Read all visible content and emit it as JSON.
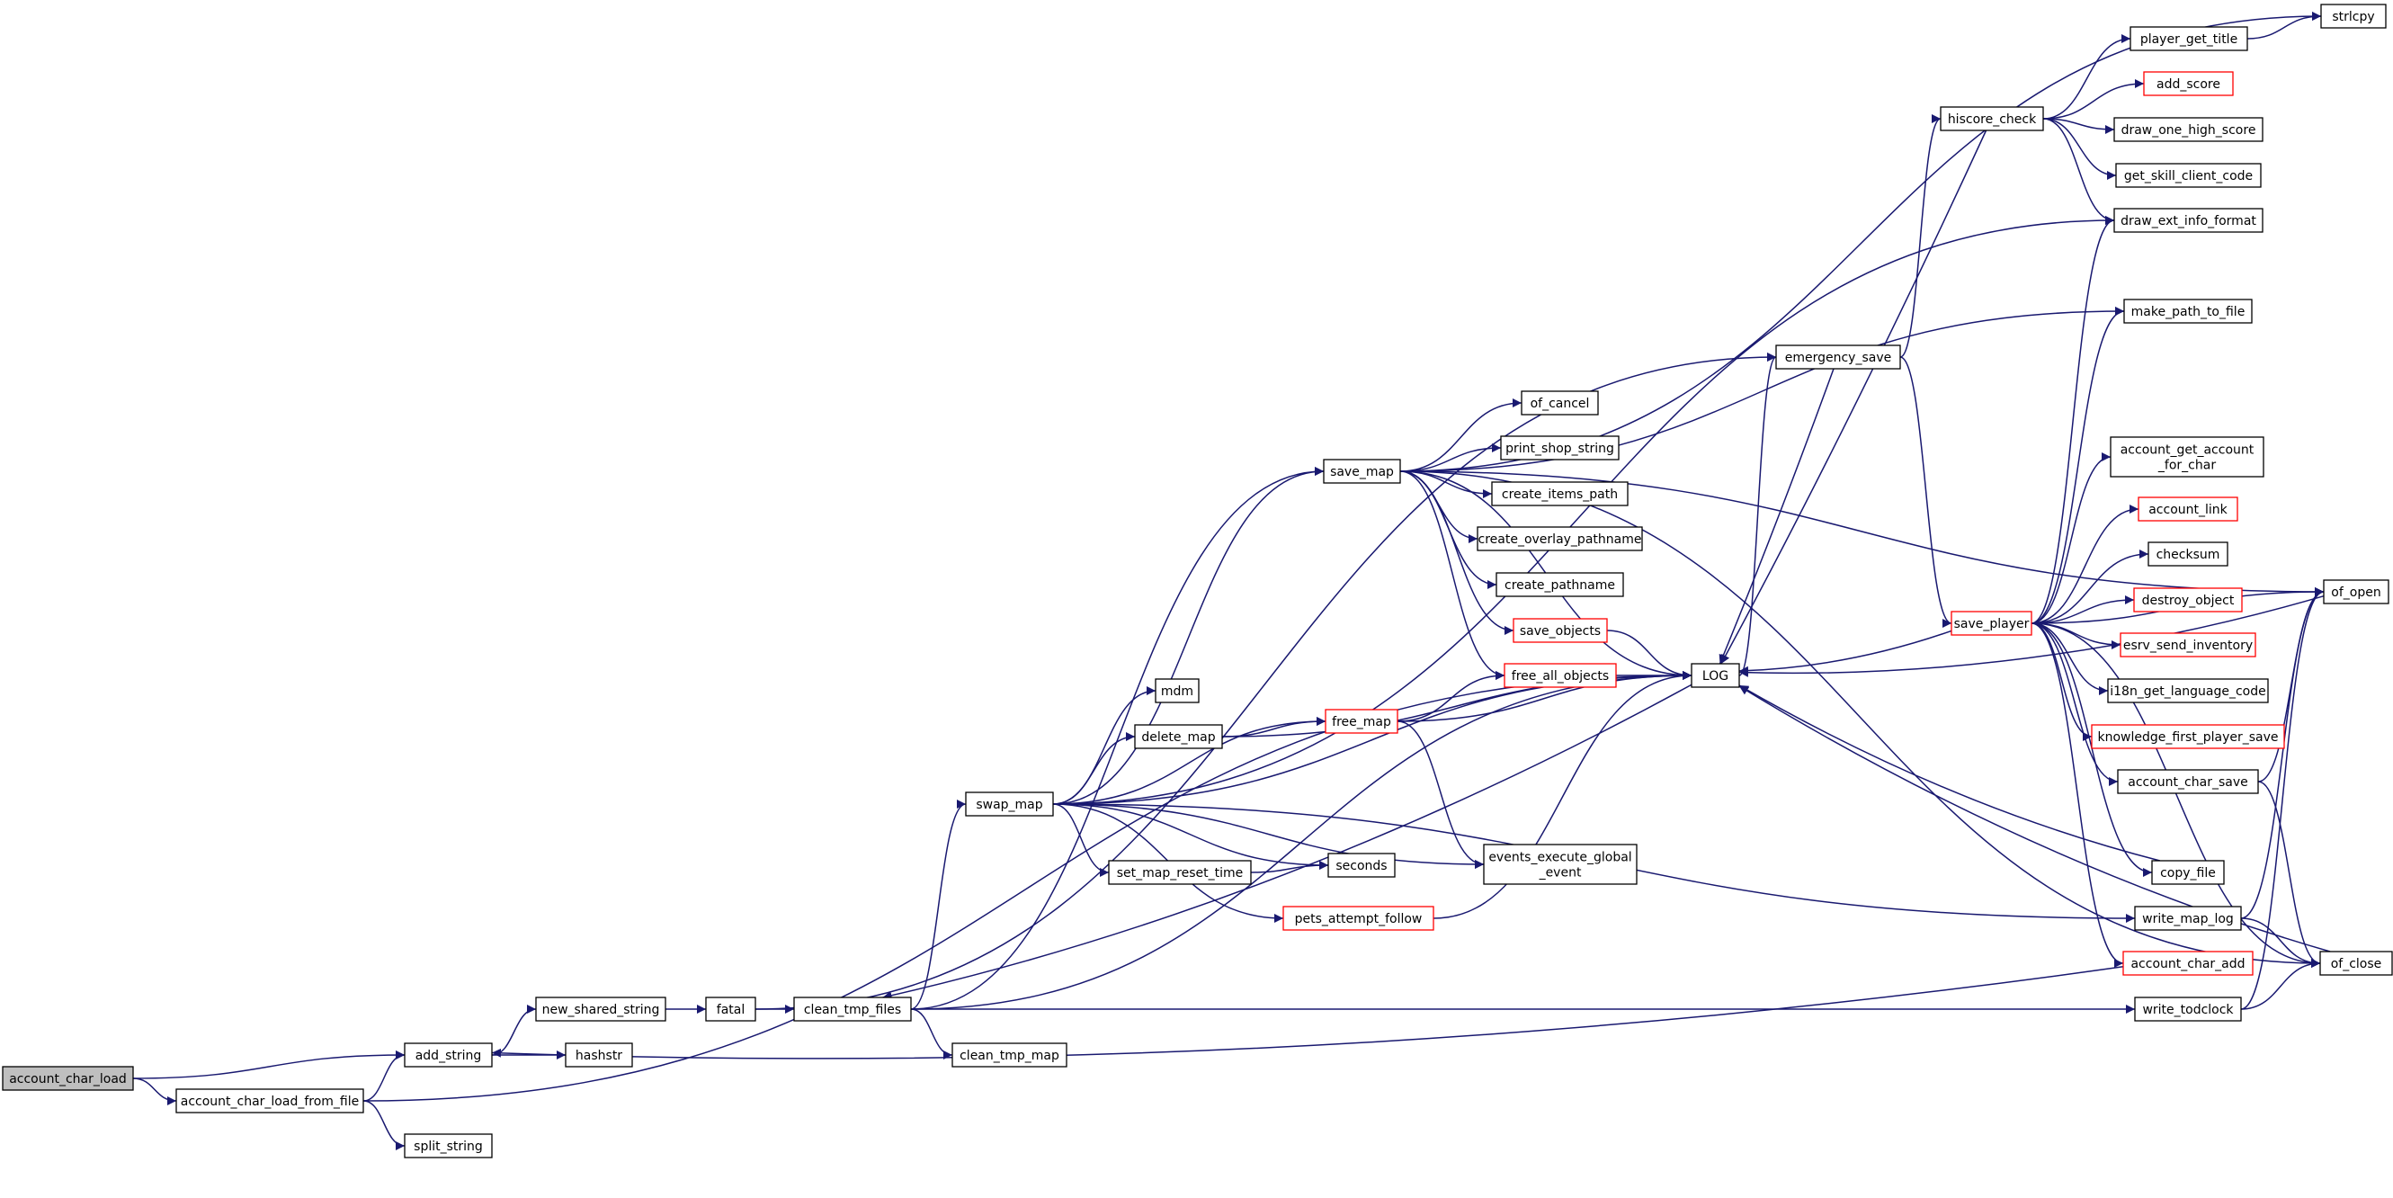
{
  "colors": {
    "edge": "#191970",
    "node_border": "#000000",
    "node_truncated_border": "#ff0000",
    "root_fill": "#bfbfbf",
    "node_fill": "#ffffff",
    "text": "#000000"
  },
  "graph": {
    "nodes": [
      {
        "id": "account_char_load",
        "lines": [
          "account_char_load"
        ],
        "root": true
      },
      {
        "id": "add_string",
        "lines": [
          "add_string"
        ]
      },
      {
        "id": "account_char_load_from_file",
        "lines": [
          "account_char_load_from_file"
        ]
      },
      {
        "id": "new_shared_string",
        "lines": [
          "new_shared_string"
        ]
      },
      {
        "id": "hashstr",
        "lines": [
          "hashstr"
        ]
      },
      {
        "id": "split_string",
        "lines": [
          "split_string"
        ]
      },
      {
        "id": "fatal",
        "lines": [
          "fatal"
        ]
      },
      {
        "id": "clean_tmp_files",
        "lines": [
          "clean_tmp_files"
        ]
      },
      {
        "id": "clean_tmp_map",
        "lines": [
          "clean_tmp_map"
        ]
      },
      {
        "id": "swap_map",
        "lines": [
          "swap_map"
        ]
      },
      {
        "id": "mdm",
        "lines": [
          "mdm"
        ]
      },
      {
        "id": "delete_map",
        "lines": [
          "delete_map"
        ]
      },
      {
        "id": "set_map_reset_time",
        "lines": [
          "set_map_reset_time"
        ]
      },
      {
        "id": "pets_attempt_follow",
        "lines": [
          "pets_attempt_follow"
        ],
        "truncated": true
      },
      {
        "id": "seconds",
        "lines": [
          "seconds"
        ]
      },
      {
        "id": "free_map",
        "lines": [
          "free_map"
        ],
        "truncated": true
      },
      {
        "id": "save_map",
        "lines": [
          "save_map"
        ]
      },
      {
        "id": "of_cancel",
        "lines": [
          "of_cancel"
        ]
      },
      {
        "id": "print_shop_string",
        "lines": [
          "print_shop_string"
        ]
      },
      {
        "id": "create_items_path",
        "lines": [
          "create_items_path"
        ]
      },
      {
        "id": "create_overlay_pathname",
        "lines": [
          "create_overlay_pathname"
        ]
      },
      {
        "id": "create_pathname",
        "lines": [
          "create_pathname"
        ]
      },
      {
        "id": "save_objects",
        "lines": [
          "save_objects"
        ],
        "truncated": true
      },
      {
        "id": "free_all_objects",
        "lines": [
          "free_all_objects"
        ],
        "truncated": true
      },
      {
        "id": "events_execute_global_event",
        "lines": [
          "events_execute_global",
          "_event"
        ]
      },
      {
        "id": "LOG",
        "lines": [
          "LOG"
        ]
      },
      {
        "id": "emergency_save",
        "lines": [
          "emergency_save"
        ]
      },
      {
        "id": "hiscore_check",
        "lines": [
          "hiscore_check"
        ]
      },
      {
        "id": "save_player",
        "lines": [
          "save_player"
        ],
        "truncated": true
      },
      {
        "id": "player_get_title",
        "lines": [
          "player_get_title"
        ]
      },
      {
        "id": "add_score",
        "lines": [
          "add_score"
        ],
        "truncated": true
      },
      {
        "id": "draw_one_high_score",
        "lines": [
          "draw_one_high_score"
        ]
      },
      {
        "id": "get_skill_client_code",
        "lines": [
          "get_skill_client_code"
        ]
      },
      {
        "id": "draw_ext_info_format",
        "lines": [
          "draw_ext_info_format"
        ]
      },
      {
        "id": "make_path_to_file",
        "lines": [
          "make_path_to_file"
        ]
      },
      {
        "id": "account_get_account_for_char",
        "lines": [
          "account_get_account",
          "_for_char"
        ]
      },
      {
        "id": "account_link",
        "lines": [
          "account_link"
        ],
        "truncated": true
      },
      {
        "id": "checksum",
        "lines": [
          "checksum"
        ]
      },
      {
        "id": "destroy_object",
        "lines": [
          "destroy_object"
        ],
        "truncated": true
      },
      {
        "id": "esrv_send_inventory",
        "lines": [
          "esrv_send_inventory"
        ],
        "truncated": true
      },
      {
        "id": "i18n_get_language_code",
        "lines": [
          "i18n_get_language_code"
        ]
      },
      {
        "id": "knowledge_first_player_save",
        "lines": [
          "knowledge_first_player_save"
        ],
        "truncated": true
      },
      {
        "id": "account_char_save",
        "lines": [
          "account_char_save"
        ]
      },
      {
        "id": "copy_file",
        "lines": [
          "copy_file"
        ]
      },
      {
        "id": "write_map_log",
        "lines": [
          "write_map_log"
        ]
      },
      {
        "id": "account_char_add",
        "lines": [
          "account_char_add"
        ],
        "truncated": true
      },
      {
        "id": "write_todclock",
        "lines": [
          "write_todclock"
        ]
      },
      {
        "id": "strlcpy",
        "lines": [
          "strlcpy"
        ]
      },
      {
        "id": "of_open",
        "lines": [
          "of_open"
        ]
      },
      {
        "id": "of_close",
        "lines": [
          "of_close"
        ]
      }
    ],
    "edges": [
      [
        "account_char_load",
        "add_string"
      ],
      [
        "account_char_load",
        "account_char_load_from_file"
      ],
      [
        "add_string",
        "new_shared_string"
      ],
      [
        "add_string",
        "hashstr"
      ],
      [
        "account_char_load_from_file",
        "add_string"
      ],
      [
        "account_char_load_from_file",
        "split_string"
      ],
      [
        "account_char_load_from_file",
        "LOG"
      ],
      [
        "new_shared_string",
        "fatal"
      ],
      [
        "fatal",
        "clean_tmp_files"
      ],
      [
        "fatal",
        "emergency_save"
      ],
      [
        "clean_tmp_files",
        "clean_tmp_map"
      ],
      [
        "clean_tmp_files",
        "swap_map"
      ],
      [
        "clean_tmp_files",
        "save_map"
      ],
      [
        "clean_tmp_files",
        "LOG"
      ],
      [
        "clean_tmp_files",
        "write_todclock"
      ],
      [
        "swap_map",
        "mdm"
      ],
      [
        "swap_map",
        "delete_map"
      ],
      [
        "swap_map",
        "free_map"
      ],
      [
        "swap_map",
        "set_map_reset_time"
      ],
      [
        "swap_map",
        "seconds"
      ],
      [
        "swap_map",
        "pets_attempt_follow"
      ],
      [
        "swap_map",
        "events_execute_global_event"
      ],
      [
        "swap_map",
        "save_map"
      ],
      [
        "swap_map",
        "LOG"
      ],
      [
        "swap_map",
        "write_map_log"
      ],
      [
        "swap_map",
        "draw_ext_info_format"
      ],
      [
        "delete_map",
        "free_map"
      ],
      [
        "delete_map",
        "LOG"
      ],
      [
        "set_map_reset_time",
        "seconds"
      ],
      [
        "pets_attempt_follow",
        "LOG"
      ],
      [
        "free_map",
        "free_all_objects"
      ],
      [
        "free_map",
        "LOG"
      ],
      [
        "free_map",
        "events_execute_global_event"
      ],
      [
        "save_map",
        "of_cancel"
      ],
      [
        "save_map",
        "print_shop_string"
      ],
      [
        "save_map",
        "create_items_path"
      ],
      [
        "save_map",
        "create_overlay_pathname"
      ],
      [
        "save_map",
        "create_pathname"
      ],
      [
        "save_map",
        "save_objects"
      ],
      [
        "save_map",
        "free_all_objects"
      ],
      [
        "save_map",
        "LOG"
      ],
      [
        "save_map",
        "make_path_to_file"
      ],
      [
        "save_map",
        "of_open"
      ],
      [
        "save_map",
        "of_close"
      ],
      [
        "save_map",
        "strlcpy"
      ],
      [
        "save_objects",
        "LOG"
      ],
      [
        "free_all_objects",
        "LOG"
      ],
      [
        "LOG",
        "clean_tmp_files"
      ],
      [
        "LOG",
        "emergency_save"
      ],
      [
        "emergency_save",
        "hiscore_check"
      ],
      [
        "emergency_save",
        "save_player"
      ],
      [
        "emergency_save",
        "LOG"
      ],
      [
        "hiscore_check",
        "player_get_title"
      ],
      [
        "hiscore_check",
        "add_score"
      ],
      [
        "hiscore_check",
        "draw_one_high_score"
      ],
      [
        "hiscore_check",
        "get_skill_client_code"
      ],
      [
        "hiscore_check",
        "draw_ext_info_format"
      ],
      [
        "hiscore_check",
        "LOG"
      ],
      [
        "player_get_title",
        "strlcpy"
      ],
      [
        "save_player",
        "LOG"
      ],
      [
        "save_player",
        "draw_ext_info_format"
      ],
      [
        "save_player",
        "make_path_to_file"
      ],
      [
        "save_player",
        "account_get_account_for_char"
      ],
      [
        "save_player",
        "account_link"
      ],
      [
        "save_player",
        "checksum"
      ],
      [
        "save_player",
        "destroy_object"
      ],
      [
        "save_player",
        "esrv_send_inventory"
      ],
      [
        "save_player",
        "i18n_get_language_code"
      ],
      [
        "save_player",
        "knowledge_first_player_save"
      ],
      [
        "save_player",
        "account_char_save"
      ],
      [
        "save_player",
        "copy_file"
      ],
      [
        "save_player",
        "account_char_add"
      ],
      [
        "save_player",
        "of_open"
      ],
      [
        "save_player",
        "of_close"
      ],
      [
        "account_char_save",
        "of_open"
      ],
      [
        "account_char_save",
        "of_close"
      ],
      [
        "copy_file",
        "LOG"
      ],
      [
        "write_map_log",
        "of_open"
      ],
      [
        "write_map_log",
        "of_close"
      ],
      [
        "write_todclock",
        "of_open"
      ],
      [
        "write_todclock",
        "of_close"
      ],
      [
        "account_char_add",
        "add_string"
      ],
      [
        "of_close",
        "LOG"
      ],
      [
        "of_open",
        "LOG"
      ]
    ]
  }
}
